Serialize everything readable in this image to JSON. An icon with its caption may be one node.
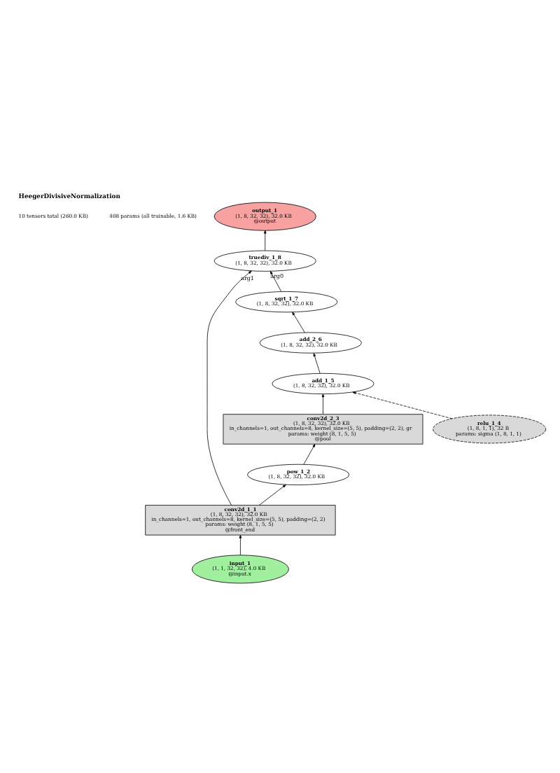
{
  "diagram": {
    "title": "HeegerDivisiveNormalization",
    "nodes": [
      {
        "text": [
          "output_1",
          "(1, 8, 32, 32), 32.0 KB",
          "@output"
        ]
      },
      {
        "text": [
          "truediv_1_8",
          "(1, 8, 32, 32), 32.0 KB"
        ]
      },
      {
        "text": [
          "sqrt_1_7",
          "(1, 8, 32, 32), 32.0 KB"
        ]
      },
      {
        "text": [
          "add_2_6",
          "(1, 8, 32, 32), 32.0 KB"
        ]
      },
      {
        "text": [
          "add_1_5",
          "(1, 8, 32, 32), 32.0 KB"
        ]
      },
      {
        "text": [
          "conv2d_2_3",
          "(1, 8, 32, 32), 32.0 KB",
          "in_channels=1, out_channels=8, kernel_size=(5, 5), padding=(2, 2), gr",
          "params: weight (8, 1, 5, 5)",
          "@pool"
        ]
      },
      {
        "text": [
          "relu_1_4",
          "(1, 8, 1, 1), 32 B",
          "params: sigma (1, 8, 1, 1)"
        ]
      },
      {
        "text": [
          "pow_1_2",
          "(1, 8, 32, 32), 32.0 KB"
        ]
      },
      {
        "text": [
          "conv2d_1_1",
          "(1, 8, 32, 32), 32.0 KB",
          "in_channels=1, out_channels=8, kernel_size=(5, 5), padding=(2, 2)",
          "params: weight (8, 1, 5, 5)",
          "@front_end"
        ]
      },
      {
        "text": [
          "input_1",
          "(1, 1, 32, 32), 4.0 KB",
          "@input.x"
        ]
      }
    ],
    "edges": [
      {
        "from": 9,
        "to": 8,
        "arrow": "to"
      },
      {
        "from": 8,
        "to": 7,
        "arrow": "to"
      },
      {
        "from": 7,
        "to": 5,
        "arrow": "to"
      },
      {
        "from": 5,
        "to": 4,
        "arrow": "to"
      },
      {
        "from": 6,
        "to": 4,
        "arrow": "to",
        "style": "dashed"
      },
      {
        "from": 4,
        "to": 3,
        "arrow": "to"
      },
      {
        "from": 3,
        "to": 2,
        "arrow": "to"
      },
      {
        "from": 2,
        "to": 1,
        "arrow": "to",
        "label": "arg0"
      },
      {
        "from": 8,
        "to": 1,
        "arrow": "to",
        "label": "arg1"
      },
      {
        "from": 1,
        "to": 0,
        "arrow": "to"
      }
    ],
    "labels": [
      "10 tensors total (260.0 KB)",
      "408 params (all trainable, 1.6 KB)"
    ]
  }
}
